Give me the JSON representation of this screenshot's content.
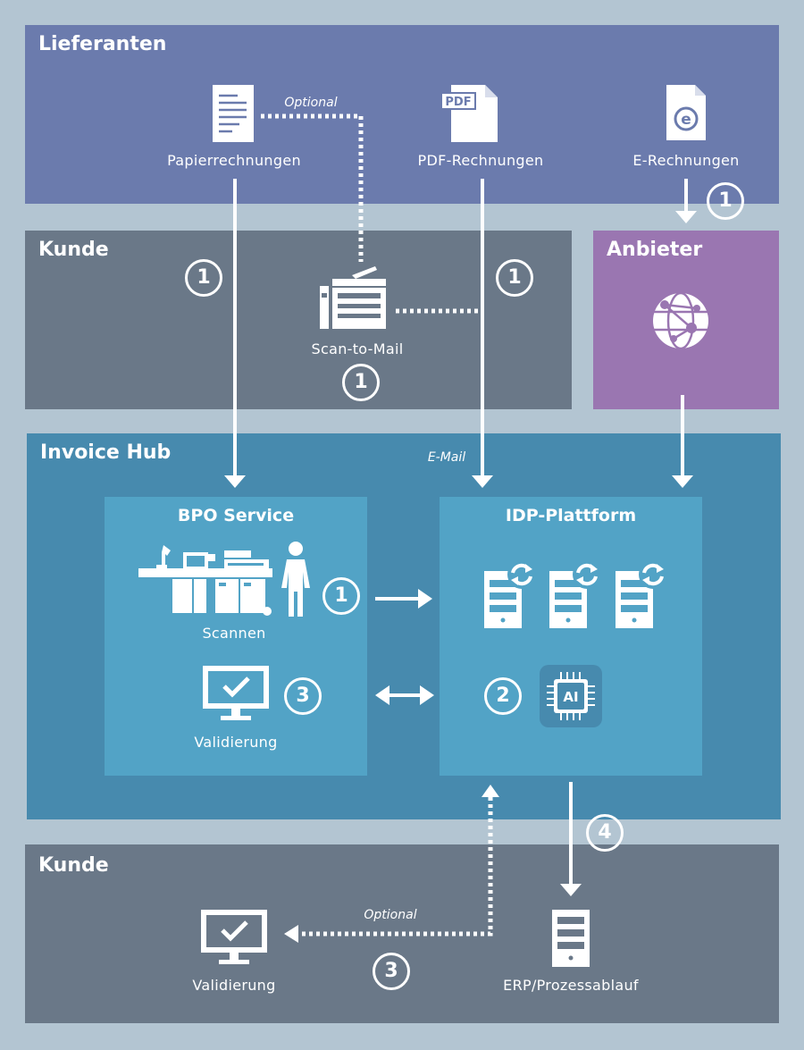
{
  "sections": {
    "suppliers": {
      "title": "Lieferanten"
    },
    "customer_top": {
      "title": "Kunde"
    },
    "provider": {
      "title": "Anbieter"
    },
    "hub": {
      "title": "Invoice Hub"
    },
    "customer_bottom": {
      "title": "Kunde"
    }
  },
  "suppliers": {
    "paper": "Papierrechnungen",
    "pdf": "PDF-Rechnungen",
    "einvoice": "E-Rechnungen",
    "optional": "Optional"
  },
  "customer_top": {
    "scan_to_mail": "Scan-to-Mail"
  },
  "hub": {
    "email": "E-Mail",
    "bpo": {
      "title": "BPO Service",
      "scan": "Scannen",
      "validate": "Validierung"
    },
    "idp": {
      "title": "IDP-Plattform",
      "ai": "AI"
    }
  },
  "customer_bottom": {
    "validate": "Validierung",
    "erp": "ERP/Prozessablauf",
    "optional": "Optional"
  },
  "steps": {
    "one": "1",
    "two": "2",
    "three": "3",
    "four": "4"
  },
  "colors": {
    "background": "#b3c5d2",
    "suppliers": "#6b7bad",
    "customer": "#6a7888",
    "provider": "#9a76b1",
    "hub": "#478aae",
    "hub_box": "#52a3c6"
  }
}
